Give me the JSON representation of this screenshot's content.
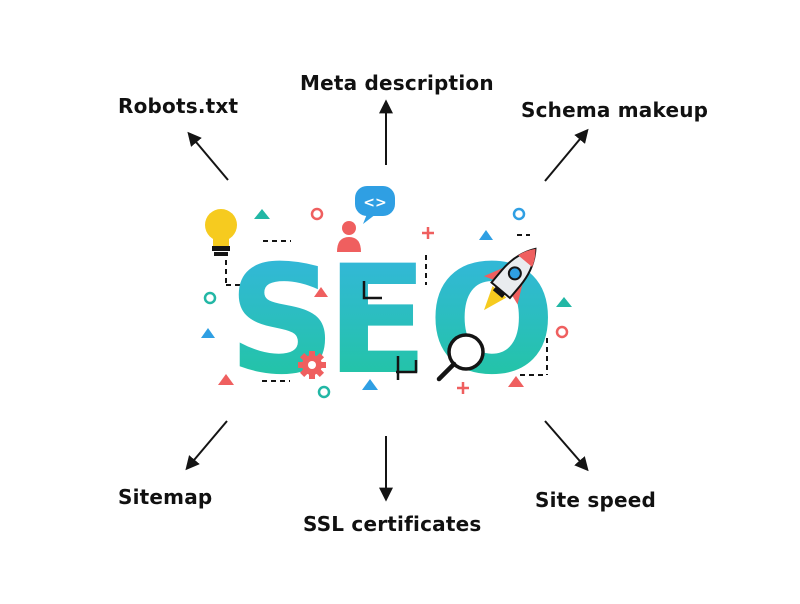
{
  "center": {
    "text": [
      "S",
      "E",
      "O"
    ],
    "gradient": [
      "#36b5e2",
      "#1fc79a"
    ]
  },
  "labels": {
    "robots": "Robots.txt",
    "meta": "Meta description",
    "schema": "Schema makeup",
    "sitemap": "Sitemap",
    "ssl": "SSL certificates",
    "speed": "Site speed"
  },
  "code_bubble": "<>",
  "colors": {
    "red": "#ef5f5f",
    "teal": "#22b7a5",
    "yellow": "#f6cb1f",
    "blue": "#2f9fe3",
    "dark": "#141414"
  }
}
